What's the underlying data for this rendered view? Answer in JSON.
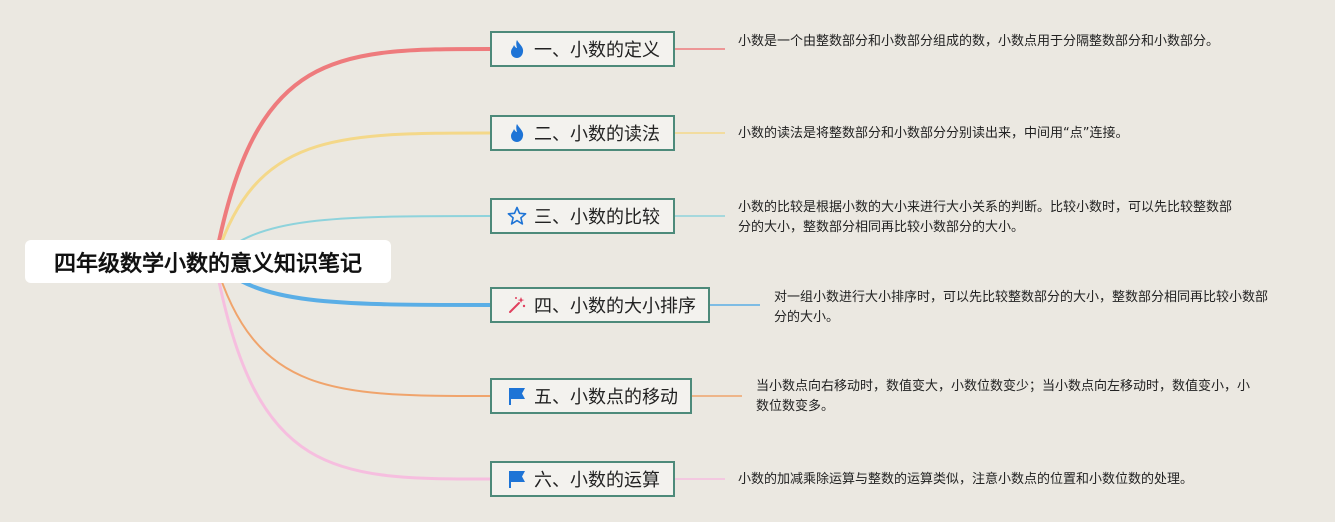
{
  "root": {
    "title": "四年级数学小数的意义知识笔记"
  },
  "topics": [
    {
      "label": "一、小数的定义",
      "icon": "fire-icon",
      "color": "#ee7b7d",
      "note": "小数是一个由整数部分和小数部分组成的数，小数点用于分隔整数部分和小数部分。"
    },
    {
      "label": "二、小数的读法",
      "icon": "fire-icon",
      "color": "#f4d889",
      "note": "小数的读法是将整数部分和小数部分分别读出来，中间用“点”连接。"
    },
    {
      "label": "三、小数的比较",
      "icon": "star-icon",
      "color": "#8ed3dc",
      "note": "小数的比较是根据小数的大小来进行大小关系的判断。比较小数时，可以先比较整数部分的大小，整数部分相同再比较小数部分的大小。"
    },
    {
      "label": "四、小数的大小排序",
      "icon": "magic-wand-icon",
      "color": "#5aaee6",
      "note": "对一组小数进行大小排序时，可以先比较整数部分的大小，整数部分相同再比较小数部分的大小。"
    },
    {
      "label": "五、小数点的移动",
      "icon": "flag-icon",
      "color": "#f0a46c",
      "note": "当小数点向右移动时，数值变大，小数位数变少；当小数点向左移动时，数值变小，小数位数变多。"
    },
    {
      "label": "六、小数的运算",
      "icon": "flag-icon",
      "color": "#f6bedf",
      "note": "小数的加减乘除运算与整数的运算类似，注意小数点的位置和小数位数的处理。"
    }
  ]
}
